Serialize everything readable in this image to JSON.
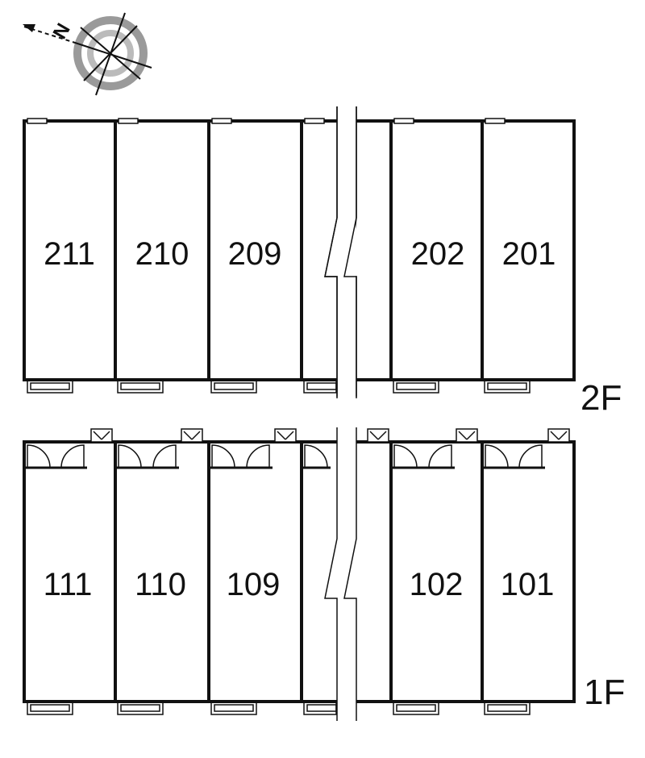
{
  "compass": {
    "letter": "N",
    "icon": "compass-rose-icon"
  },
  "floors": [
    {
      "label": "2F",
      "units": [
        "211",
        "210",
        "209",
        "202",
        "201"
      ]
    },
    {
      "label": "1F",
      "units": [
        "111",
        "110",
        "109",
        "102",
        "101"
      ]
    }
  ]
}
